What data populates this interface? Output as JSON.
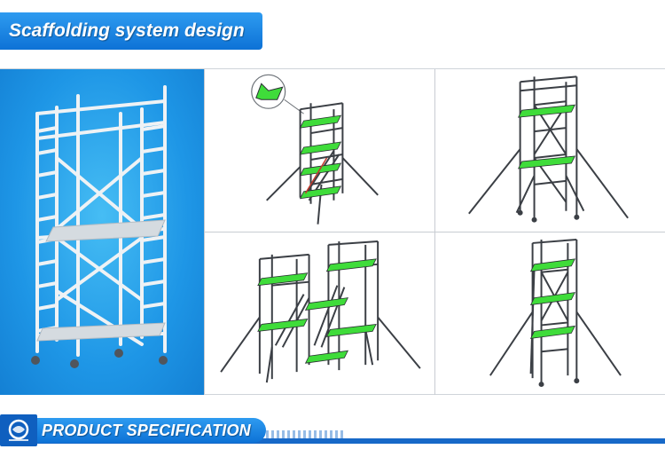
{
  "header": {
    "title": "Scaffolding system design"
  },
  "footer": {
    "title": "PRODUCT SPECIFICATION"
  },
  "colors": {
    "accent": "#1a82e2",
    "platform": "#3fdc3a",
    "frame": "#3b3f45",
    "hero_bg": "#1e96e6"
  },
  "gallery": {
    "images": [
      {
        "name": "aluminium scaffold tower on blue background"
      },
      {
        "name": "tower with stairway and platform detail"
      },
      {
        "name": "tower with outriggers"
      },
      {
        "name": "double tower with stairs"
      },
      {
        "name": "tower with ladder access"
      }
    ]
  }
}
